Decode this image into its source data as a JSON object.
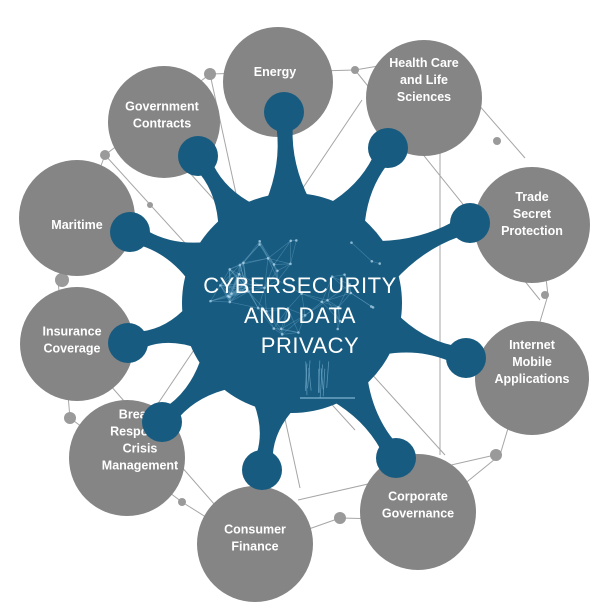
{
  "center": {
    "title_lines": [
      "CYBERSECURITY",
      "AND DATA",
      "PRIVACY"
    ]
  },
  "colors": {
    "hub": "#175b80",
    "node": "#858585",
    "connector": "#a6a6a6",
    "dot": "#9a9a9a",
    "text": "#ffffff"
  },
  "nodes": [
    {
      "id": "energy",
      "lines": [
        "Energy"
      ]
    },
    {
      "id": "health-care",
      "lines": [
        "Health Care",
        "and Life",
        "Sciences"
      ]
    },
    {
      "id": "trade-secret",
      "lines": [
        "Trade",
        "Secret",
        "Protection"
      ]
    },
    {
      "id": "internet-mobile",
      "lines": [
        "Internet",
        "Mobile",
        "Applications"
      ]
    },
    {
      "id": "corporate-governance",
      "lines": [
        "Corporate",
        "Governance"
      ]
    },
    {
      "id": "consumer-finance",
      "lines": [
        "Consumer",
        "Finance"
      ]
    },
    {
      "id": "breach-response",
      "lines": [
        "Breach",
        "Response",
        "Crisis",
        "Management"
      ]
    },
    {
      "id": "insurance-coverage",
      "lines": [
        "Insurance",
        "Coverage"
      ]
    },
    {
      "id": "maritime",
      "lines": [
        "Maritime"
      ]
    },
    {
      "id": "government-contracts",
      "lines": [
        "Government",
        "Contracts"
      ]
    }
  ]
}
